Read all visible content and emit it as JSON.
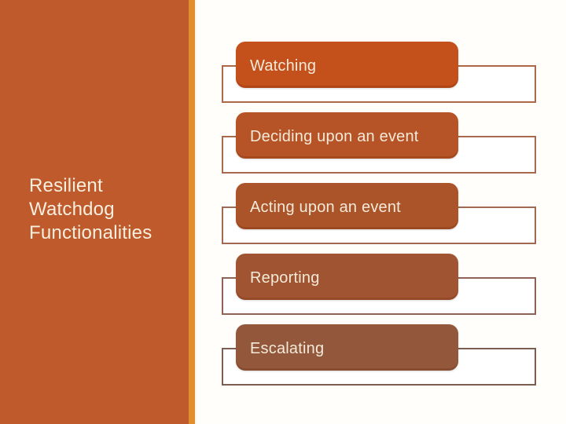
{
  "slide": {
    "title": "Resilient Watchdog Functionalities",
    "colors": {
      "sidebar": "#be5a2c",
      "accent_stripe": "#e08e2e",
      "background": "#fffefb",
      "title_text": "#f7efdf",
      "item_text": "#f4ead9"
    },
    "items": [
      {
        "label": "Watching",
        "fill": "#c4501c",
        "outline": "#ad6946"
      },
      {
        "label": "Deciding upon an event",
        "fill": "#b75427",
        "outline": "#a76a4c"
      },
      {
        "label": "Acting upon an event",
        "fill": "#ab5429",
        "outline": "#a06a52"
      },
      {
        "label": "Reporting",
        "fill": "#a15431",
        "outline": "#8e6355"
      },
      {
        "label": "Escalating",
        "fill": "#93573b",
        "outline": "#7d5c52"
      }
    ]
  }
}
